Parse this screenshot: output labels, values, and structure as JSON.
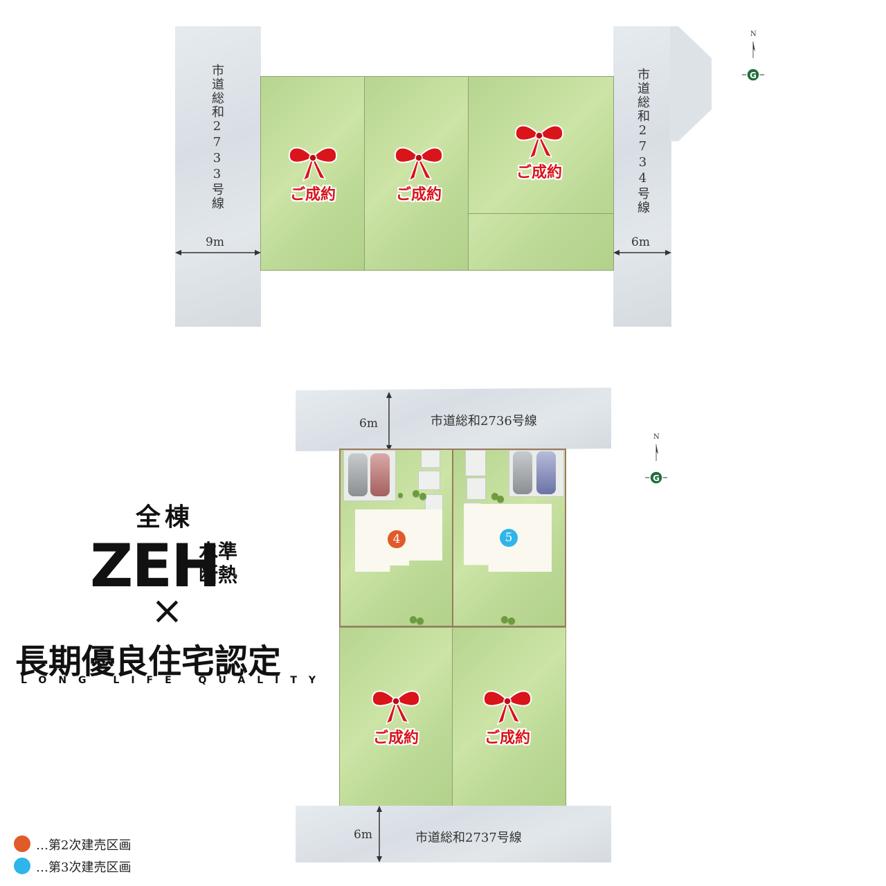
{
  "top_map": {
    "road_left_label": "市道総和2733号線",
    "road_right_label": "市道総和2734号線",
    "road_left_width": "9m",
    "road_right_width": "6m",
    "lots": [
      {
        "status": "ご成約"
      },
      {
        "status": "ご成約"
      },
      {
        "status": "ご成約"
      }
    ],
    "compass_north": "N"
  },
  "bottom_map": {
    "road_top_label": "市道総和2736号線",
    "road_top_width": "6m",
    "road_bottom_label": "市道総和2737号線",
    "road_bottom_width": "6m",
    "lot_markers": [
      {
        "number": "4",
        "color": "#e05a2a"
      },
      {
        "number": "5",
        "color": "#2fb5ea"
      }
    ],
    "lots_sold": [
      {
        "status": "ご成約"
      },
      {
        "status": "ご成約"
      }
    ],
    "compass_north": "N"
  },
  "banner": {
    "line1": "全棟",
    "zeh": "ZEH",
    "zeh_sub1": "水準",
    "zeh_sub2": "断熱",
    "times": "×",
    "line3": "長期優良住宅認定",
    "line3_en": "LONG LIFE QUALITY"
  },
  "legend": [
    {
      "color": "#e05a2a",
      "text": "…第2次建売区画"
    },
    {
      "color": "#2fb5ea",
      "text": "…第3次建売区画"
    }
  ],
  "colors": {
    "sold_red": "#d9141b",
    "lot_green": "#bcd996",
    "road_gray": "#dde2e6"
  }
}
